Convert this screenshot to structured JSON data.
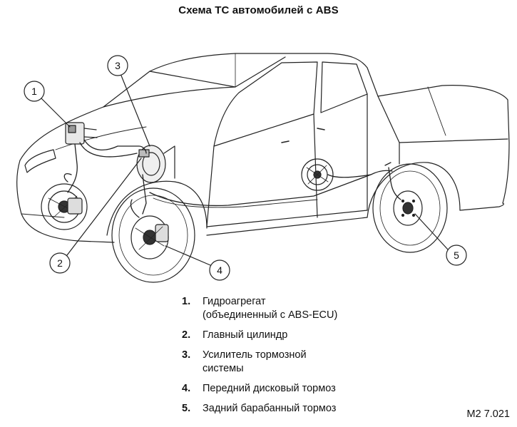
{
  "title": "Схема ТС автомобилей с ABS",
  "callouts": [
    "1",
    "2",
    "3",
    "4",
    "5"
  ],
  "legend": [
    {
      "num": "1.",
      "lines": [
        "Гидроагрегат",
        "(объединенный с ABS-ECU)"
      ]
    },
    {
      "num": "2.",
      "lines": [
        "Главный цилиндр"
      ]
    },
    {
      "num": "3.",
      "lines": [
        "Усилитель тормозной",
        "системы"
      ]
    },
    {
      "num": "4.",
      "lines": [
        "Передний дисковый тормоз"
      ]
    },
    {
      "num": "5.",
      "lines": [
        "Задний барабанный тормоз"
      ]
    }
  ],
  "figure_code": "M2 7.021"
}
